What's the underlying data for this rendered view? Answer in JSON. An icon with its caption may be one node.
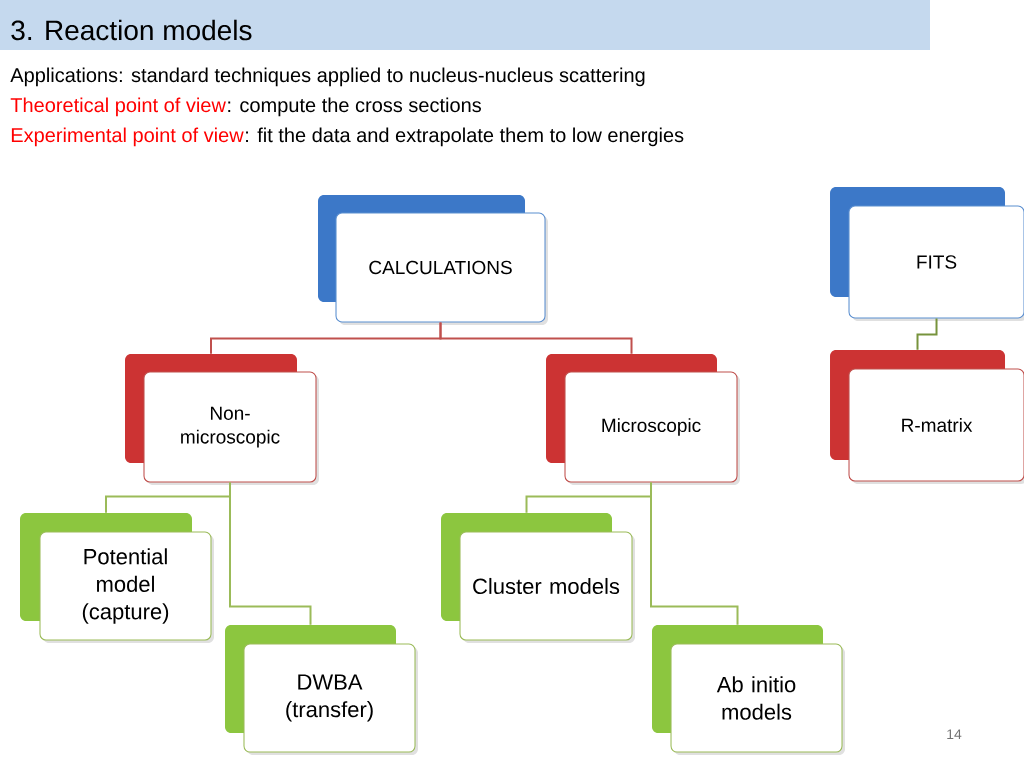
{
  "diagram": {
    "title": "3. Reaction models",
    "nodes": [
      {
        "text": [
          "CALCULATIONS"
        ]
      },
      {
        "text": [
          "Non-microscopic"
        ]
      },
      {
        "text": [
          "Microscopic"
        ]
      },
      {
        "text": [
          "Potential model (capture)"
        ]
      },
      {
        "text": [
          "DWBA (transfer)"
        ]
      },
      {
        "text": [
          "Cluster models"
        ]
      },
      {
        "text": [
          "Ab initio models"
        ]
      },
      {
        "text": [
          "FITS"
        ]
      },
      {
        "text": [
          "R-matrix"
        ]
      }
    ],
    "edges": [
      {
        "from": 0,
        "to": 1,
        "arrow": "none",
        "color": "#c0504d"
      },
      {
        "from": 0,
        "to": 2,
        "arrow": "none",
        "color": "#c0504d"
      },
      {
        "from": 1,
        "to": 3,
        "arrow": "none",
        "color": "#9bbb59"
      },
      {
        "from": 1,
        "to": 4,
        "arrow": "none",
        "color": "#9bbb59"
      },
      {
        "from": 2,
        "to": 5,
        "arrow": "none",
        "color": "#9bbb59"
      },
      {
        "from": 2,
        "to": 6,
        "arrow": "none",
        "color": "#9bbb59"
      },
      {
        "from": 7,
        "to": 8,
        "arrow": "none",
        "color": "#77933c"
      }
    ],
    "labels": [
      "Applications: standard techniques applied to nucleus-nucleus scattering",
      "Theoretical point of view",
      ": compute the cross sections",
      "Experimental point of view",
      ": fit the data and extrapolate them to low energies",
      "14"
    ]
  }
}
